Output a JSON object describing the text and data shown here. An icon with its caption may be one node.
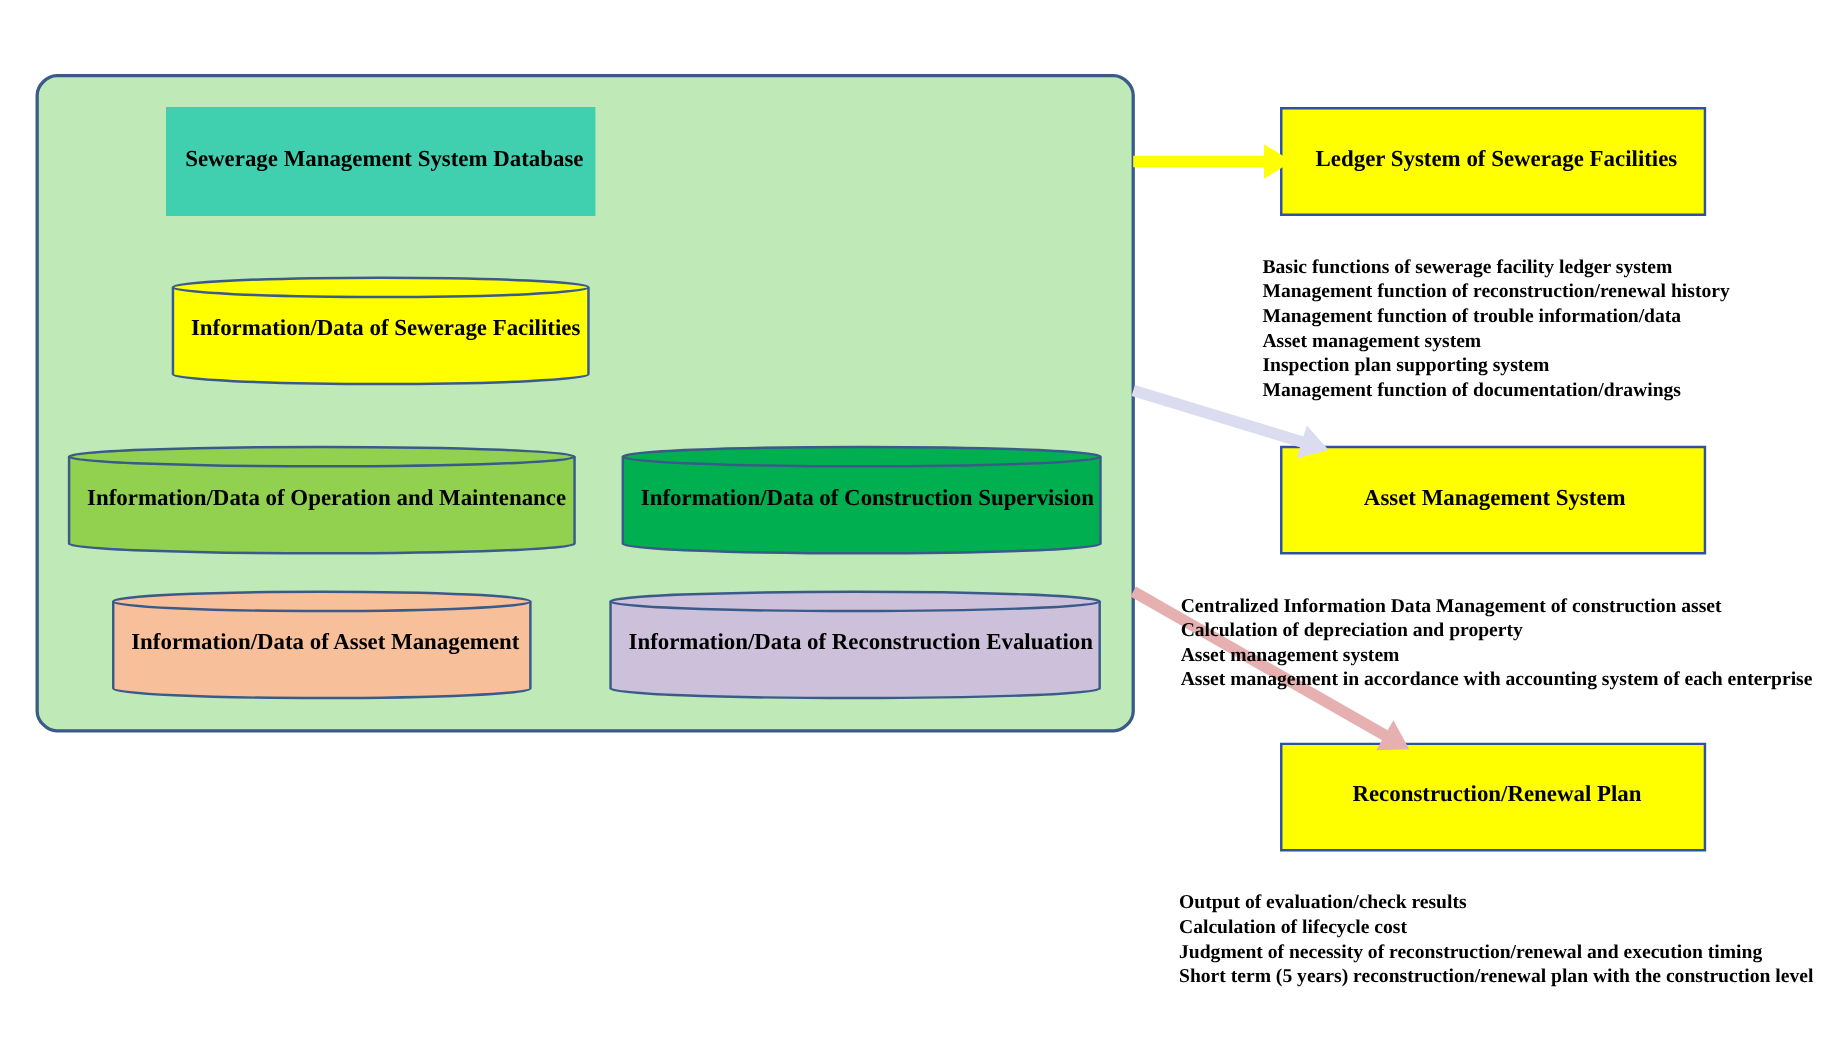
{
  "diagram": {
    "nodes": [
      {
        "text": [],
        "shape": "cylinder"
      },
      {
        "text": [
          "Sewerage Management System Database"
        ],
        "in": 0
      },
      {
        "text": [
          "Information/Data of Sewerage Facilities"
        ],
        "in": 0
      },
      {
        "text": [
          "Information/Data of Operation and Maintenance"
        ],
        "in": 0
      },
      {
        "text": [
          "Information/Data of Construction Supervision"
        ],
        "in": 0
      },
      {
        "text": [
          "Information/Data of Asset Management"
        ],
        "in": 0
      },
      {
        "text": [
          "Information/Data of Reconstruction Evaluation"
        ],
        "in": 0
      },
      {
        "text": [
          "Ledger System of Sewerage Facilities"
        ],
        "beside": [
          "Basic functions of sewerage facility ledger system",
          "Management function of reconstruction/renewal history",
          "Management function of trouble information/data",
          "Asset management system",
          "Inspection plan supporting system",
          "Management function of documentation/drawings"
        ]
      },
      {
        "text": [
          "Asset Management System"
        ],
        "beside": [
          "Centralized Information Data Management of construction asset",
          "Calculation of depreciation and property",
          "Asset management system",
          "Asset management in accordance with accounting system of each enterprise"
        ]
      },
      {
        "text": [
          "Reconstruction/Renewal Plan"
        ],
        "beside": [
          "Output of evaluation/check results",
          "Calculation of lifecycle cost",
          "Judgment of necessity of reconstruction/renewal and execution timing",
          "Short term (5 years) reconstruction/renewal plan with the construction level"
        ]
      }
    ],
    "edges": [
      {
        "from": 0,
        "to": 7,
        "arrow": "to",
        "color": "#ffff00"
      },
      {
        "from": 0,
        "to": 8,
        "arrow": "to",
        "color": "#dcdcf0"
      },
      {
        "from": 0,
        "to": 9,
        "arrow": "to",
        "color": "#e6b0b0"
      }
    ]
  }
}
